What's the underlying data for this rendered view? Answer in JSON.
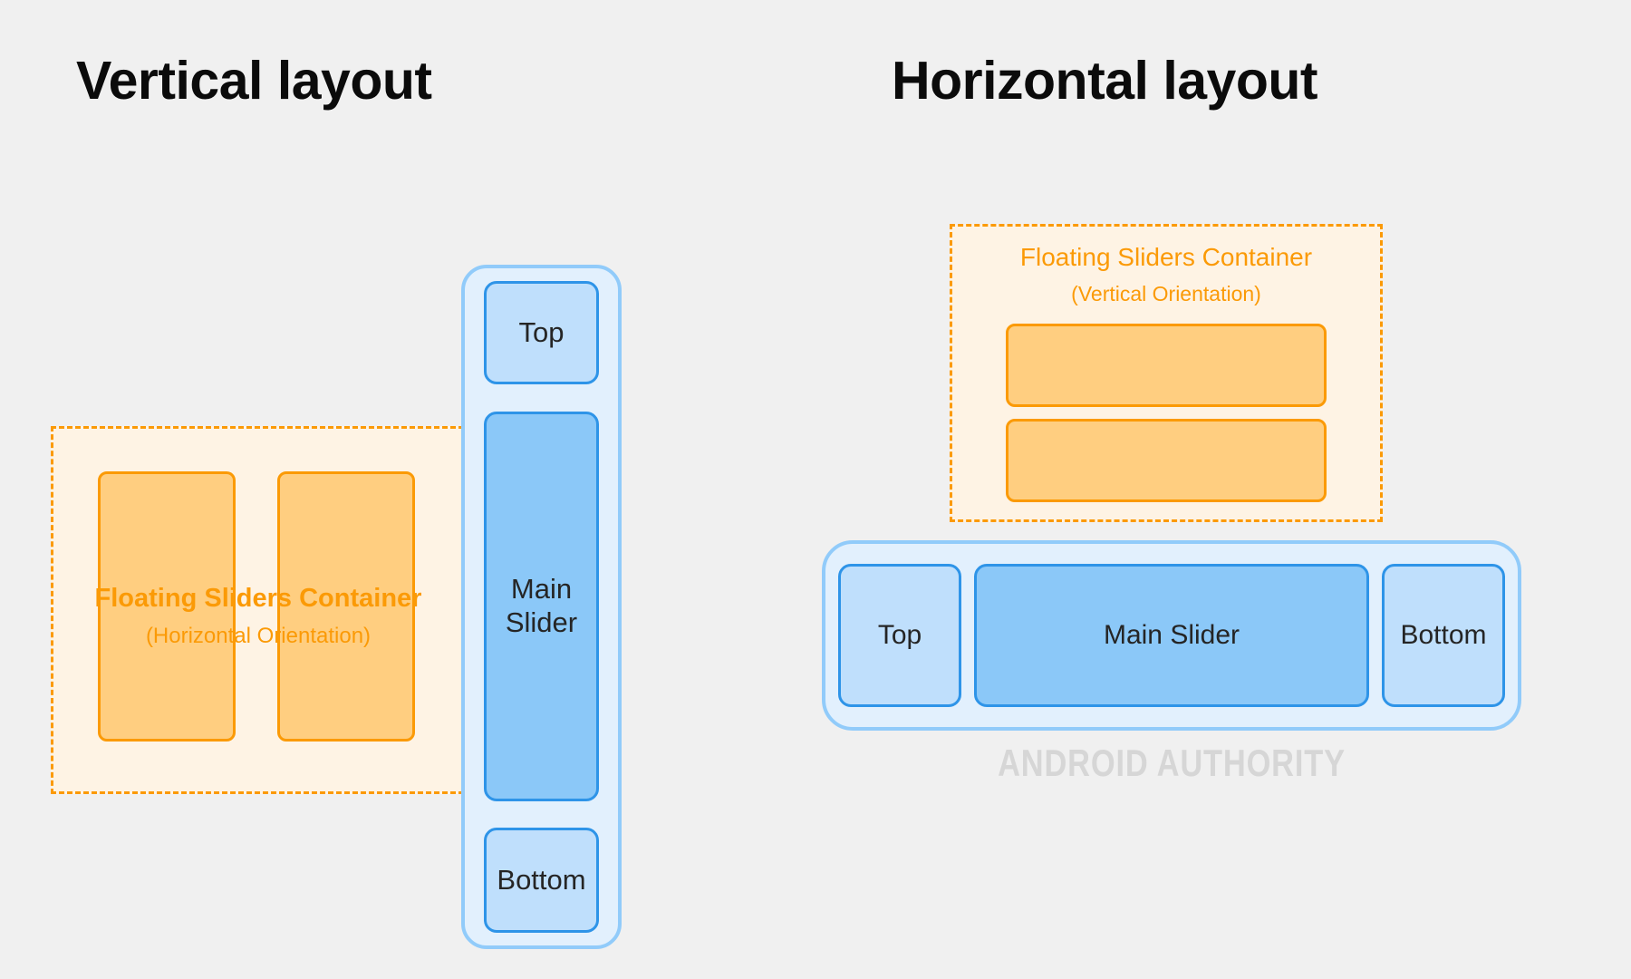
{
  "page": {
    "background_color": "#F0F0F0",
    "watermark": "ANDROID AUTHORITY"
  },
  "theme": {
    "orange_accent": "#FB9A06",
    "orange_fill": "#FFCE80",
    "orange_tint": "#FEF3E4",
    "blue_accent": "#2E94E8",
    "blue_shell_border": "#91CBFA",
    "blue_shell_fill": "#E2F0FD",
    "blue_end_fill": "#BFDFFC",
    "blue_main_fill": "#8BC8F8",
    "title_color": "#0B0B0B",
    "watermark_color": "#D6D6D6"
  },
  "panels": [
    {
      "id": "vertical-layout",
      "title": "Vertical layout",
      "floating_container": {
        "label": "Floating Sliders Container",
        "orientation_note": "(Horizontal Orientation)",
        "bold_label": true,
        "boxes": [
          "",
          ""
        ]
      },
      "slider_group": {
        "orientation": "vertical",
        "segments": [
          {
            "label": "Top",
            "kind": "end"
          },
          {
            "label": "Main\nSlider",
            "kind": "main"
          },
          {
            "label": "Bottom",
            "kind": "end"
          }
        ]
      }
    },
    {
      "id": "horizontal-layout",
      "title": "Horizontal layout",
      "floating_container": {
        "label": "Floating Sliders Container",
        "orientation_note": "(Vertical Orientation)",
        "bold_label": false,
        "boxes": [
          "",
          ""
        ]
      },
      "slider_group": {
        "orientation": "horizontal",
        "segments": [
          {
            "label": "Top",
            "kind": "end"
          },
          {
            "label": "Main Slider",
            "kind": "main"
          },
          {
            "label": "Bottom",
            "kind": "end"
          }
        ]
      }
    }
  ]
}
